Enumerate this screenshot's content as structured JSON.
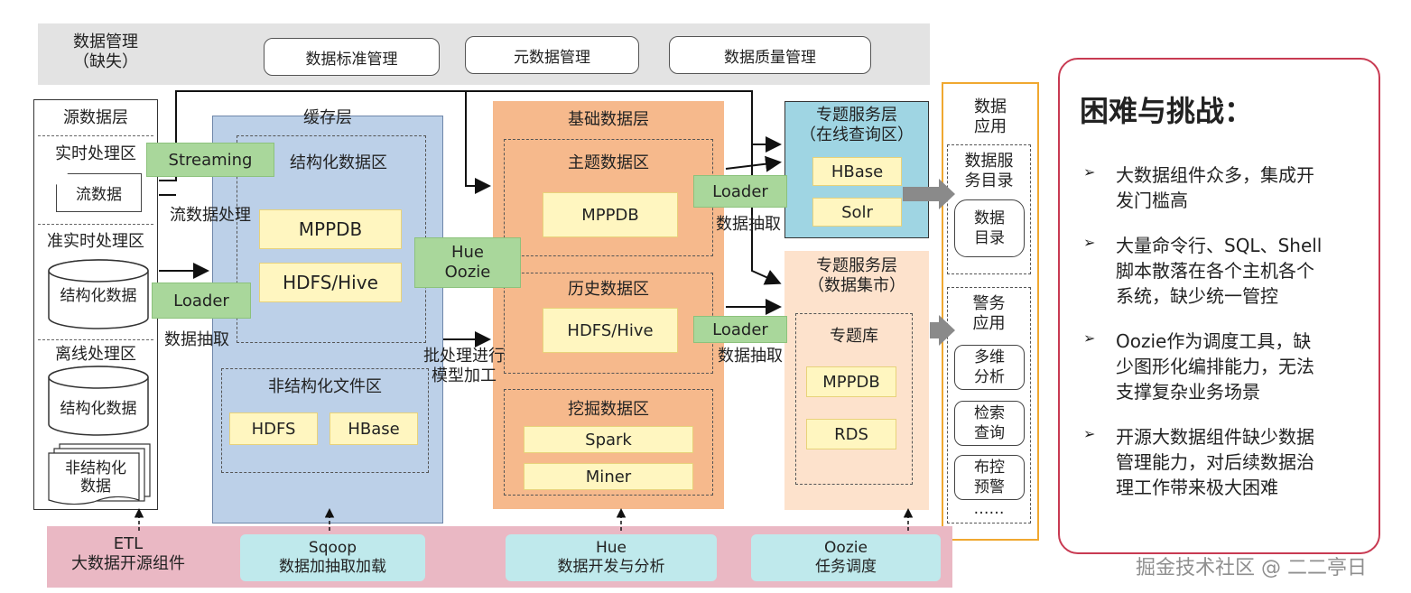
{
  "mgmt": {
    "label": "数据管理\n（缺失）",
    "items": [
      "数据标准管理",
      "元数据管理",
      "数据质量管理"
    ]
  },
  "source": {
    "title": "源数据层",
    "realtime": "实时处理区",
    "stream_data": "流数据",
    "near_realtime": "准实时处理区",
    "structured_1": "结构化数据",
    "offline": "离线处理区",
    "structured_2": "结构化数据",
    "unstructured": "非结构化\n数据"
  },
  "cache": {
    "title": "缓存层",
    "structured_zone": "结构化数据区",
    "mppdb": "MPPDB",
    "hdfs_hive": "HDFS/Hive",
    "unstructured_zone": "非结构化文件区",
    "hdfs": "HDFS",
    "hbase": "HBase"
  },
  "connectors": {
    "streaming": "Streaming",
    "stream_processing": "流数据处理",
    "loader_1": "Loader",
    "extract_1": "数据抽取",
    "hue_oozie": "Hue\nOozie",
    "batch": "批处理进行\n模型加工",
    "loader_2": "Loader",
    "extract_2": "数据抽取",
    "loader_3": "Loader",
    "extract_3": "数据抽取"
  },
  "base": {
    "title": "基础数据层",
    "topic_zone": "主题数据区",
    "mppdb": "MPPDB",
    "history_zone": "历史数据区",
    "hdfs_hive": "HDFS/Hive",
    "mining_zone": "挖掘数据区",
    "spark": "Spark",
    "miner": "Miner"
  },
  "service_online": {
    "title": "专题服务层\n（在线查询区）",
    "hbase": "HBase",
    "solr": "Solr"
  },
  "service_mart": {
    "title": "专题服务层\n（数据集市）",
    "lib": "专题库",
    "mppdb": "MPPDB",
    "rds": "RDS"
  },
  "apps": {
    "title": "数据\n应用",
    "catalog": "数据服\n务目录",
    "dir": "数据\n目录",
    "police": "警务\n应用",
    "multi": "多维\n分析",
    "search": "检索\n查询",
    "alert": "布控\n预警",
    "more": "……"
  },
  "bottom": {
    "etl": "ETL\n大数据开源组件",
    "sqoop": "Sqoop\n数据加抽取加载",
    "hue": "Hue\n数据开发与分析",
    "oozie": "Oozie\n任务调度"
  },
  "challenges": {
    "title": "困难与挑战：",
    "items": [
      "大数据组件众多，集成开\n发门槛高",
      "大量命令行、SQL、Shell\n脚本散落在各个主机各个\n系统，缺少统一管控",
      "Oozie作为调度工具，缺\n少图形化编排能力，无法\n支撑复杂业务场景",
      "开源大数据组件缺少数据\n管理能力，对后续数据治\n理工作带来极大困难"
    ],
    "bullet": "➢"
  },
  "watermark": "掘金技术社区 @ 二二亭日",
  "colors": {
    "mgmt_bg": "#e3e3e3",
    "cache_bg": "#bcd0e8",
    "base_bg": "#f6b98c",
    "online_bg": "#9fd5e3",
    "mart_bg": "#fde2cc",
    "apps_border": "#f0a830",
    "bottom_bg": "#eab8c4",
    "challenge_border": "#c83a52"
  }
}
